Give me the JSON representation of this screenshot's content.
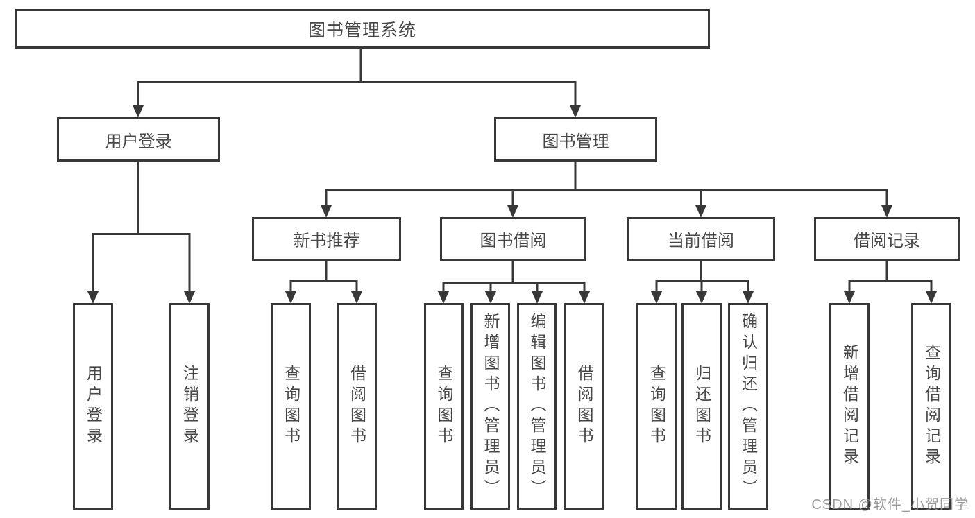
{
  "diagram": {
    "nodes": {
      "root": "图书管理系统",
      "user_login": "用户登录",
      "book_management": "图书管理",
      "new_book_recommend": "新书推荐",
      "book_borrowing": "图书借阅",
      "current_borrowing": "当前借阅",
      "borrowing_records": "借阅记录",
      "leaf_user_login": "用户登录",
      "leaf_logout": "注销登录",
      "leaf_nb_query_books": "查询图书",
      "leaf_nb_borrow_books": "借阅图书",
      "leaf_bb_query_books": "查询图书",
      "leaf_bb_add_books_admin": "新增图书（管理员）",
      "leaf_bb_edit_books_admin": "编辑图书（管理员）",
      "leaf_bb_borrow_books": "借阅图书",
      "leaf_cb_query_books": "查询图书",
      "leaf_cb_return_books": "归还图书",
      "leaf_cb_confirm_return_admin": "确认归还（管理员）",
      "leaf_br_add_record": "新增借阅记录",
      "leaf_br_query_record": "查询借阅记录"
    },
    "watermark": "CSDN @软件_小贺同学",
    "colors": {
      "line": "#383838",
      "node_border": "#383838",
      "text": "#474747",
      "watermark": "#8c8c8c",
      "background": "#ffffff"
    }
  }
}
